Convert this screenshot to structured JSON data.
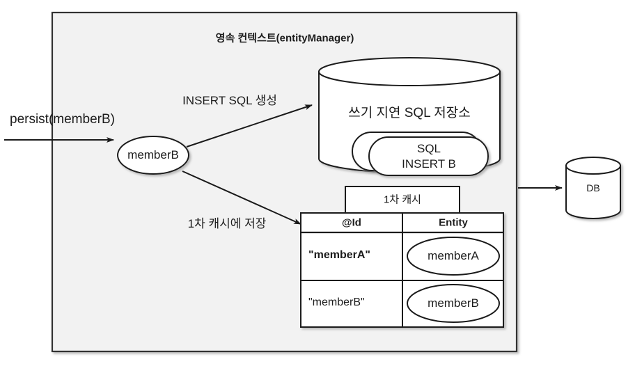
{
  "diagram": {
    "title": "영속 컨텍스트(entityManager)",
    "colors": {
      "context_fill": "#f2f2f2",
      "context_stroke": "#333333",
      "shape_fill": "#ffffff",
      "shape_stroke": "#1a1a1a",
      "text": "#1c1c1c",
      "page_background": "#ffffff"
    },
    "external": {
      "persist_call_label": "persist(memberB)",
      "db_label": "DB"
    },
    "entity": {
      "incoming_entity_label": "memberB"
    },
    "arrows": [
      {
        "name": "persist-arrow",
        "label": "persist(memberB)"
      },
      {
        "name": "insert-sql-arrow",
        "label": "INSERT SQL 생성"
      },
      {
        "name": "first-cache-arrow",
        "label": "1차 캐시에 저장"
      },
      {
        "name": "flush-to-db-arrow",
        "label": ""
      }
    ],
    "write_behind_store": {
      "title": "쓰기 지연 SQL 저장소",
      "queued_sql": [
        {
          "line1": "",
          "line2": ""
        },
        {
          "line1": "SQL",
          "line2": "INSERT B"
        }
      ]
    },
    "first_level_cache": {
      "caption": "1차 캐시",
      "columns": [
        "@Id",
        "Entity"
      ],
      "rows": [
        {
          "id": "\"memberA\"",
          "entity": "memberA",
          "bold": true
        },
        {
          "id": "\"memberB\"",
          "entity": "memberB",
          "bold": false
        }
      ]
    }
  }
}
